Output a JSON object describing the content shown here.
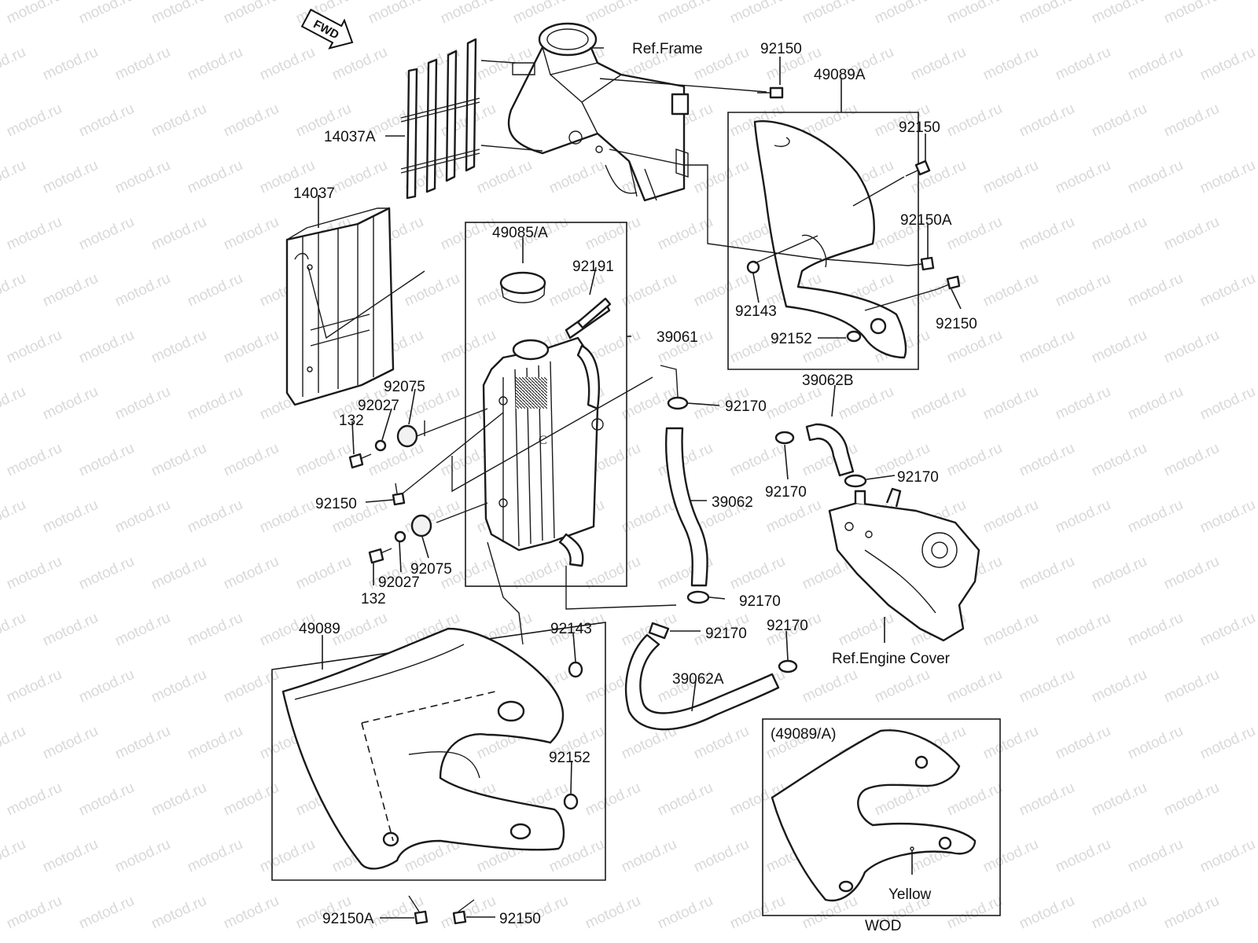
{
  "watermark": {
    "text": "motod.ru"
  },
  "fwd_arrow": {
    "label": "FWD"
  },
  "labels": {
    "ref_frame": "Ref.Frame",
    "ref_engine_cover": "Ref.Engine Cover",
    "p14037A": "14037A",
    "p14037": "14037",
    "p49085A": "49085/A",
    "p92191": "92191",
    "p39061": "39061",
    "p92150_top": "92150",
    "p49089A": "49089A",
    "p92150_r1": "92150",
    "p92150A_r": "92150A",
    "p92143_r": "92143",
    "p92152_r": "92152",
    "p92150_r2": "92150",
    "p39062B": "39062B",
    "p92170_a": "92170",
    "p92170_b": "92170",
    "p92170_c": "92170",
    "p39062": "39062",
    "p92075_a": "92075",
    "p92027_a": "92027",
    "p132_a": "132",
    "p92150_l": "92150",
    "p92075_b": "92075",
    "p92027_b": "92027",
    "p132_b": "132",
    "p92170_d": "92170",
    "p92170_e": "92170",
    "p92170_f": "92170",
    "p49089": "49089",
    "p92143_l": "92143",
    "p39062A": "39062A",
    "p92152_l": "92152",
    "p92150A_b": "92150A",
    "p92150_b": "92150"
  },
  "inset": {
    "title": "(49089/A)",
    "color_note": "Yellow",
    "caption": "WOD"
  }
}
